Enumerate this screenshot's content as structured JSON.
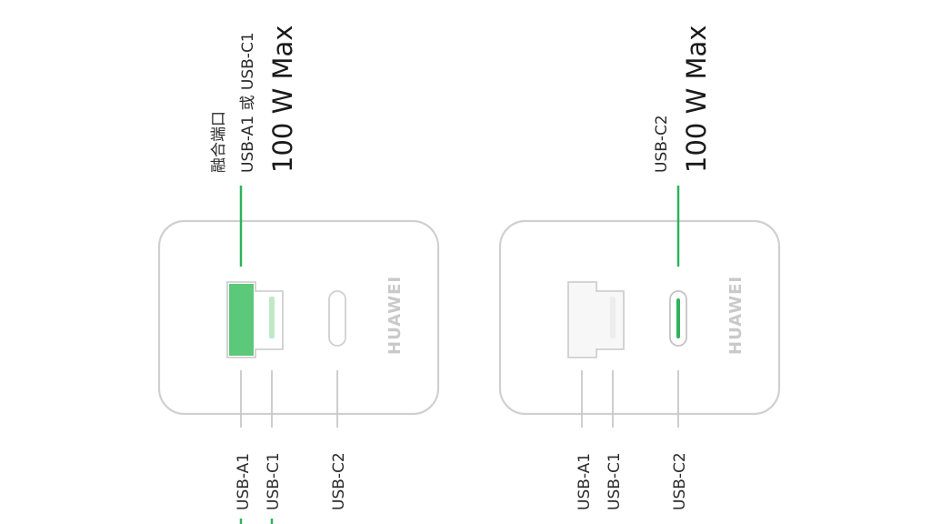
{
  "colors": {
    "accent_green": "#2fb35a",
    "active_port_fill": "#5cc879",
    "outline": "#d0d0d0",
    "leader_grey": "#c8c8c8",
    "brand_grey": "#c9c9c9",
    "text_dark": "#2a2a2a"
  },
  "left_panel": {
    "annotation": {
      "label_zh": "融合端口",
      "label_ports": "USB-A1 或 USB-C1",
      "power": "100 W Max"
    },
    "brand": "HUAWEI",
    "active_port": "USB-A1",
    "port_labels": {
      "a1": "USB-A1",
      "c1": "USB-C1",
      "c2": "USB-C2"
    }
  },
  "right_panel": {
    "annotation": {
      "label_ports": "USB-C2",
      "power": "100 W Max"
    },
    "brand": "HUAWEI",
    "active_port": "USB-C2",
    "port_labels": {
      "a1": "USB-A1",
      "c1": "USB-C1",
      "c2": "USB-C2"
    }
  }
}
